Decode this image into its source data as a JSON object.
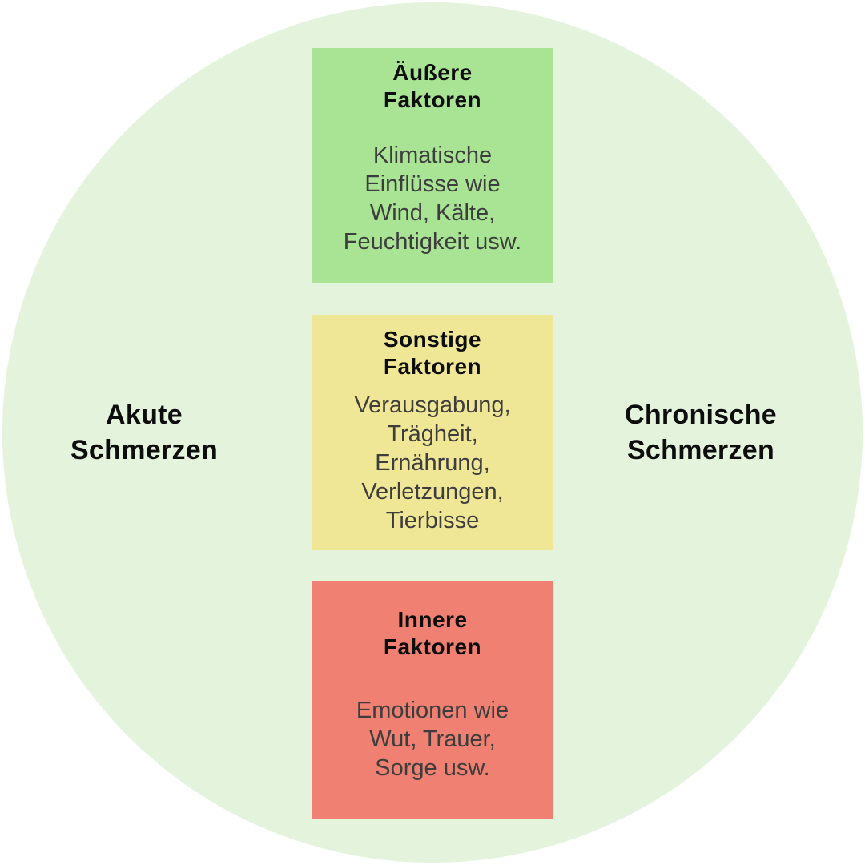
{
  "page": {
    "background": "#ffffff"
  },
  "circle": {
    "color": "#e3f3dc"
  },
  "text_colors": {
    "heading": "#0d0d0d",
    "body": "#3d3d3d"
  },
  "side_labels": {
    "left": {
      "line1": "Akute",
      "line2": "Schmerzen"
    },
    "right": {
      "line1": "Chronische",
      "line2": "Schmerzen"
    }
  },
  "boxes": [
    {
      "id": "aeussere-faktoren",
      "color": "#a9e494",
      "title_line1": "Äußere",
      "title_line2": "Faktoren",
      "body_lines": [
        "Klimatische",
        "Einflüsse wie",
        "Wind, Kälte,",
        "Feuchtigkeit usw."
      ]
    },
    {
      "id": "sonstige-faktoren",
      "color": "#f0e796",
      "title_line1": "Sonstige",
      "title_line2": "Faktoren",
      "body_lines": [
        "Verausgabung,",
        "Trägheit,",
        "Ernährung,",
        "Verletzungen,",
        "Tierbisse"
      ]
    },
    {
      "id": "innere-faktoren",
      "color": "#ef8072",
      "title_line1": "Innere",
      "title_line2": "Faktoren",
      "body_lines": [
        "Emotionen wie",
        "Wut, Trauer,",
        "Sorge usw."
      ]
    }
  ]
}
